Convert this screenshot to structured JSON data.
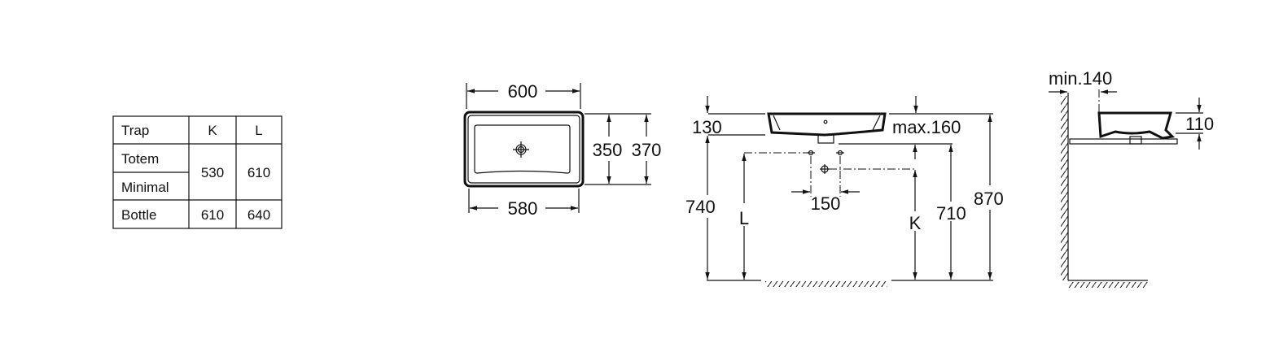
{
  "table": {
    "headers": [
      "Trap",
      "K",
      "L"
    ],
    "rows": [
      {
        "trap": "Totem"
      },
      {
        "trap": "Minimal"
      },
      {
        "trap": "Bottle",
        "k": "610",
        "l": "640"
      }
    ],
    "merged_k": "530",
    "merged_l": "610"
  },
  "top_view": {
    "width_outer": "600",
    "width_inner": "580",
    "depth_inner": "350",
    "depth_outer": "370"
  },
  "front_view": {
    "basin_height": "130",
    "max_label": "max.160",
    "height_740": "740",
    "L": "L",
    "K": "K",
    "spacing": "150",
    "height_710": "710",
    "height_870": "870"
  },
  "side_view": {
    "wall_distance": "min.140",
    "height_110": "110"
  }
}
